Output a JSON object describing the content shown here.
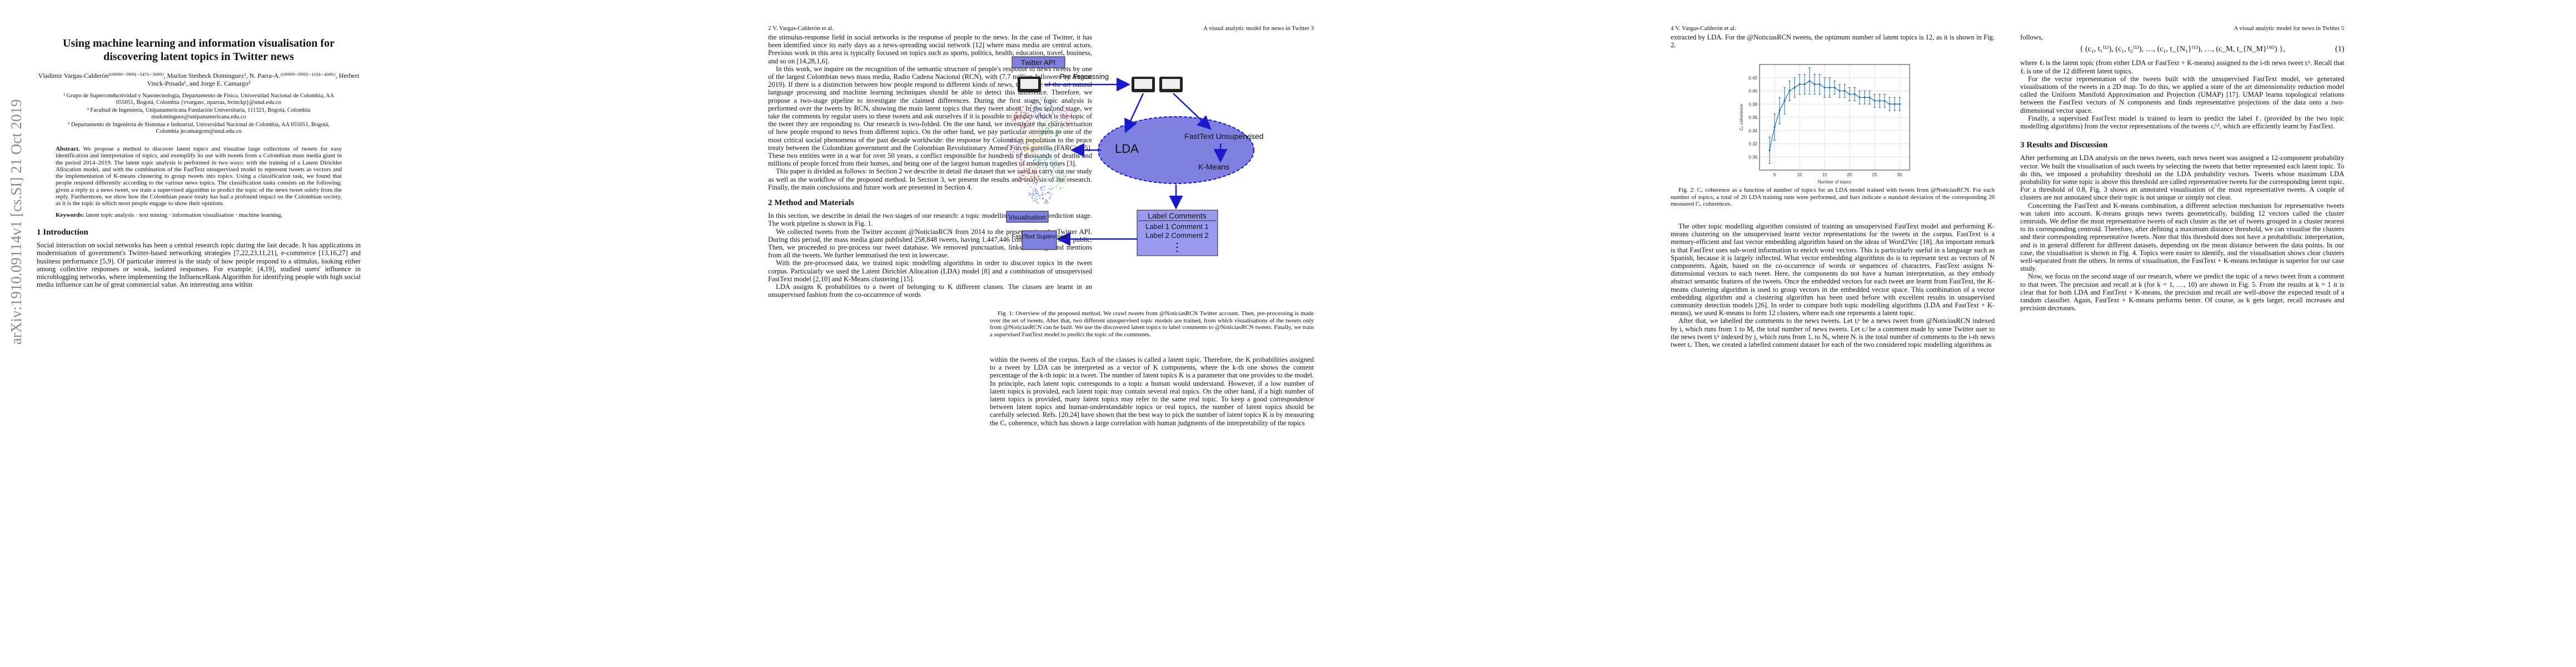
{
  "arxiv_stamp": "arXiv:1910.09114v1  [cs.SI]  21 Oct 2019",
  "page1": {
    "title": "Using machine learning and information visualisation for discovering latent topics in Twitter news",
    "authors": "Vladimir Vargas-Calderón¹⁽⁰⁰⁰⁰⁻⁰⁰⁰¹⁻⁵⁴⁷⁶⁻³³⁰⁰⁾, Marlon Steibeck Dominguez², N. Parra-A.¹⁽⁰⁰⁰⁰⁻⁰⁰⁰²⁻¹⁶⁵⁸⁻⁴⁹⁰⁶⁾, Herbert Vinck-Posada¹, and Jorge E. Camargo³",
    "affiliations": [
      "¹ Grupo de Superconductividad y Nanotecnología, Departamento de Física, Universidad Nacional de Colombia, AA 055051, Bogotá, Colombia {vvargasc, nparraa, hvinckp}@unal.edu.co",
      "² Facultad de Ingeniería, Unipanamericana Fundación Universitaria, 111321, Bogotá, Colombia msdominguez@unipanamericana.edu.co",
      "³ Departamento de Ingeniería de Sistemas e Industrial, Universidad Nacional de Colombia, AA 055051, Bogotá, Colombia jecamargom@unal.edu.co"
    ],
    "abstract_label": "Abstract.",
    "abstract": "We propose a method to discover latent topics and visualise large collections of tweets for easy identification and interpretation of topics, and exemplify its use with tweets from a Colombian mass media giant in the period 2014–2019. The latent topic analysis is performed in two ways: with the training of a Latent Dirichlet Allocation model, and with the combination of the FastText unsupervised model to represent tweets as vectors and the implementation of K-means clustering to group tweets into topics. Using a classification task, we found that people respond differently according to the various news topics. The classification tasks consists on the following: given a reply to a news tweet, we train a supervised algorithm to predict the topic of the news tweet solely from the reply. Furthermore, we show how the Colombian peace treaty has had a profound impact on the Colombian society, as it is the topic in which most people engage to show their opinions.",
    "keywords_label": "Keywords:",
    "keywords": "latent topic analysis · text mining · information visualisation · machine learning.",
    "section": "1   Introduction",
    "intro": "Social interaction on social networks has been a central research topic during the last decade. It has applications in modernisation of government's Twitter-based networking strategies [7,22,23,11,21], e-commerce [13,16,27] and business performance [5,9]. Of particular interest is the study of how people respond to a stimulus, looking either among collective responses or weak, isolated responses. For example, [4,19], studied users' influence in microblogging networks, where implementing the InfluenceRank Algorithm for identifying people with high social media influence can be of great commercial value. An interesting area within"
  },
  "page2": {
    "runhead_left": "2      V. Vargas-Calderón et al.",
    "paragraphs": [
      "the stimulus-response field in social networks is the response of people to the news. In the case of Twitter, it has been identified since its early days as a news-spreading social network [12] where mass media are central actors. Previous work in this area is typically focused on topics such as sports, politics, health, education, travel, business, and so on [14,28,1,6].",
      "In this work, we inquire on the recognition of the semantic structure of people's response to news tweets by one of the largest Colombian news mass media, Radio Cadena Nacional (RCN), with (7,7 million followers by August 2019). If there is a distinction between how people respond to different kinds of news, then state of the art natural language processing and machine learning techniques should be able to detect this difference. Therefore, we propose a two-stage pipeline to investigate the claimed differences. During the first stage, topic analysis is performed over the tweets by RCN, showing the main latent topics that they tweet about. In the second stage, we take the comments by regular users to these tweets and ask ourselves if it is possible to predict which is the topic of the tweet they are responding to. Our research is two-folded. On the one hand, we investigate the characterisation of how people respond to news from different topics. On the other hand, we pay particular attention to one of the most critical social phenomena of the past decade worldwide: the response by Colombian population to the peace treaty between the Colombian government and the Colombian Revolutionary Armed Forces guerilla (FARC) [25]. These two entities were in a war for over 50 years, a conflict responsible for hundreds of thousands of deaths and millions of people forced from their homes, and being one of the largest human tragedies of modern times [3].",
      "This paper is divided as follows: in Section 2 we describe in detail the dataset that we used to carry out our study as well as the workflow of the proposed method. In Section 3, we present the results and analysis of the research. Finally, the main conclusions and future work are presented in Section 4."
    ],
    "section": "2   Method and Materials",
    "paragraphs2": [
      "In this section, we describe in detail the two stages of our research: a topic modelling and a topic prediction stage. The work pipeline is shown in Fig. 1.",
      "We collected tweets from the Twitter account @NoticiasRCN from 2014 to the present using the Twitter API. During this period, the mass media giant published 258,848 tweets, having 1,447,446 comments from their public. Then, we proceeded to pre-process our tweet database. We removed punctuation, links, hashtags and mentions from all the tweets. We further lemmatised the text in lowercase.",
      "With the pre-processed data, we trained topic modelling algorithms in order to discover topics in the tweet corpus. Particularly we used the Latent Dirichlet Allocation (LDA) model [8] and a combination of unsupervised FastText model [2,10] and K-Means clustering [15].",
      "LDA assigns K probabilities to a tweet of belonging to K different classes. The classes are learnt in an unsupervised fashion from the co-occurrence of words"
    ]
  },
  "page3": {
    "runhead_right": "A visual analytic model for news in Twitter      3",
    "diagram": {
      "twitter_api": "Twitter API",
      "pre_processing": "Pre Processing",
      "lda": "LDA",
      "fasttext_unsup": "FastText Unsupervised",
      "kmeans": "K-Means",
      "visualisation": "Visualisation",
      "label_comments": "Label Comments",
      "label1": "Label 1 Comment 1",
      "label2": "Label 2 Comment 2",
      "fasttext_sup": "FastText Supervised"
    },
    "caption": "Fig. 1: Overview of the proposed method. We crawl tweets from @NoticiasRCN Twitter account. Then, pre-processing is made over the set of tweets. After that, two different unsupervised topic models are trained, from which visualisations of the tweets only from @NoticiasRCN can be built. We use the discovered latent topics to label comments to @NoticiasRCN tweets. Finally, we train a supervised FastText model to predict the topic of the comments.",
    "paragraph": "within the tweets of the corpus. Each of the classes is called a latent topic. Therefore, the K probabilities assigned to a tweet by LDA can be interpreted as a vector of K components, where the k-th one shows the content percentage of the k-th topic in a tweet. The number of latent topics K is a parameter that one provides to the model. In principle, each latent topic corresponds to a topic a human would understand. However, if a low number of latent topics is provided, each latent topic may contain several real topics. On the other hand, if a high number of latent topics is provided, many latent topics may refer to the same real topic. To keep a good correspondence between latent topics and human-understandable topics or real topics, the number of latent topics should be carefully selected. Refs. [20,24] have shown that the best way to pick the number of latent topics K is by measuring the Cᵥ coherence, which has shown a large correlation with human judgments of the interpretability of the topics"
  },
  "page4": {
    "runhead_left": "4      V. Vargas-Calderón et al.",
    "intro": "extracted by LDA. For the @NoticiasRCN tweets, the optimum number of latent topics is 12, as it is shown in Fig. 2.",
    "chart_data": {
      "type": "line",
      "x": [
        4,
        5,
        6,
        7,
        8,
        9,
        10,
        11,
        12,
        13,
        14,
        15,
        16,
        17,
        18,
        19,
        20,
        21,
        22,
        23,
        24,
        25,
        26,
        27,
        28,
        29,
        30
      ],
      "values": [
        0.31,
        0.345,
        0.37,
        0.385,
        0.4,
        0.405,
        0.41,
        0.41,
        0.415,
        0.41,
        0.41,
        0.405,
        0.405,
        0.405,
        0.4,
        0.4,
        0.395,
        0.395,
        0.39,
        0.39,
        0.39,
        0.385,
        0.385,
        0.385,
        0.38,
        0.38,
        0.38
      ],
      "errors": [
        0.02,
        0.02,
        0.02,
        0.02,
        0.015,
        0.015,
        0.015,
        0.015,
        0.02,
        0.015,
        0.015,
        0.015,
        0.015,
        0.01,
        0.01,
        0.01,
        0.01,
        0.01,
        0.01,
        0.01,
        0.01,
        0.01,
        0.01,
        0.01,
        0.01,
        0.01,
        0.01
      ],
      "xlim": [
        2,
        32
      ],
      "ylim": [
        0.28,
        0.44
      ],
      "xticks": [
        5,
        10,
        15,
        20,
        25,
        30
      ],
      "yticks": [
        0.3,
        0.32,
        0.34,
        0.36,
        0.38,
        0.4,
        0.42
      ],
      "xlabel": "Number of topics",
      "ylabel": "Cᵥ coherence",
      "grid": true,
      "color": "#1f6eb4"
    },
    "caption": "Fig. 2: Cᵥ coherence as a function of number of topics for an LDA model trained with tweets from @NoticiasRCN. For each number of topics, a total of 20 LDA training runs were performed, and bars indicate a standard deviation of the corresponding 20 measured Cᵥ coherences.",
    "paragraphs": [
      "The other topic modelling algorithm consisted of training an unsupervised FastText model and performing K-means clustering on the unsupervised learnt vector representations for the tweets in the corpus. FastText is a memory-efficient and fast vector embedding algorithm based on the ideas of Word2Vec [18]. An important remark is that FastText uses sub-word information to enrich word vectors. This is particularly useful in a language such as Spanish, because it is largely inflected. What vector embedding algorithms do is to represent text as vectors of N components. Again, based on the co-occurrence of words or sequences of characters, FastText assigns N-dimensional vectors to each tweet. Here, the components do not have a human interpretation, as they embody abstract semantic features of the tweets. Once the embedded vectors for each tweet are learnt from FastText, the K-means clustering algorithm is used to group vectors in the embedded vector space. This combination of a vector embedding algorithm and a clustering algorithm has been used before with excellent results in unsupervised community detection models [26]. In order to compare both topic modelling algorithms (LDA and FastText + K-means), we used K-means to form 12 clusters, where each one represents a latent topic.",
      "After that, we labelled the comments to the news tweets. Let tᵢᵏ be a news tweet from @NoticiasRCN indexed by i, which runs from 1 to M, the total number of news tweets. Let cᵢʲ be a comment made by some Twitter user to the news tweet tᵢᵏ indexed by j, which runs from 1, to Nᵢ, where Nᵢ is the total number of comments to the i-th news tweet tᵢ. Then, we created a labelled comment dataset for each of the two considered topic modelling algorithms as"
    ]
  },
  "page5": {
    "runhead_right": "A visual analytic model for news in Twitter      5",
    "follows": "follows,",
    "equation": "{ (c₁, t₁⁽¹⁾), (c₁, t₂⁽¹⁾), …, (c₁, t_{N₁}⁽¹⁾), …, (c_M, t_{N_M}⁽ᴹ⁾) },",
    "equation_number": "(1)",
    "paragraphs": [
      "where ℓᵢ is the latent topic (from either LDA or FastText + K-means) assigned to the i-th news tweet tᵢᵏ. Recall that ℓᵢ is one of the 12 different latent topics.",
      "For the vector representation of the tweets built with the unsupervised FastText model, we generated visualisations of the tweets in a 2D map. To do this, we applied a state of the art dimensionality reduction model called the Uniform Manifold Approximation and Projection (UMAP) [17]. UMAP learns topological relations between the FastText vectors of N components and finds representative projections of the data onto a two-dimensional vector space.",
      "Finally, a supervised FastText model is trained to learn to predict the label ℓᵢ (provided by the two topic modelling algorithms) from the vector representations of the tweets cᵢ⁽ʲ⁾, which are efficiently learnt by FastText."
    ],
    "section": "3   Results and Discussion",
    "paragraphs2": [
      "After performing an LDA analysis on the news tweets, each news tweet was assigned a 12-component probability vector. We built the visualisation of such tweets by selecting the tweets that better represented each latent topic. To do this, we imposed a probability threshold on the LDA probability vectors. Tweets whose maximum LDA probability for some topic is above this threshold are called representative tweets for the corresponding latent topic. For a threshold of 0.8, Fig. 3 shows an annotated visualisation of the most representative tweets. A couple of clusters are not annotated since their topic is not unique or simply not clear.",
      "Concerning the FastText and K-means combination, a different selection mechanism for representative tweets was taken into account. K-means groups news tweets geometrically, building 12 vectors called the cluster centroids. We define the most representative tweets of each cluster as the set of tweets grouped in a cluster nearest to its corresponding centroid. Therefore, after defining a maximum distance threshold, we can visualise the clusters and their corresponding representative tweets. Note that this threshold does not have a probabilistic interpretation, and is in general different for different datasets, depending on the mean distance between the data points. In our case, the visualisation is shown in Fig. 4. Topics were easier to identify, and the visualisation shows clear clusters well-separated from the others. In terms of visualisation, the FastText + K-means technique is superior for our case study.",
      "Now, we focus on the second stage of our research, where we predict the topic of a news tweet from a comment to that tweet. The precision and recall at k (for k = 1, …, 10) are shown in Fig. 5. From the results at k = 1 it is clear that for both LDA and FastText + K-means, the precision and recall are well-above the expected result of a random classifier. Again, FastText + K-means performs better. Of course, as k gets larger, recall increases and precision decreases."
    ]
  }
}
